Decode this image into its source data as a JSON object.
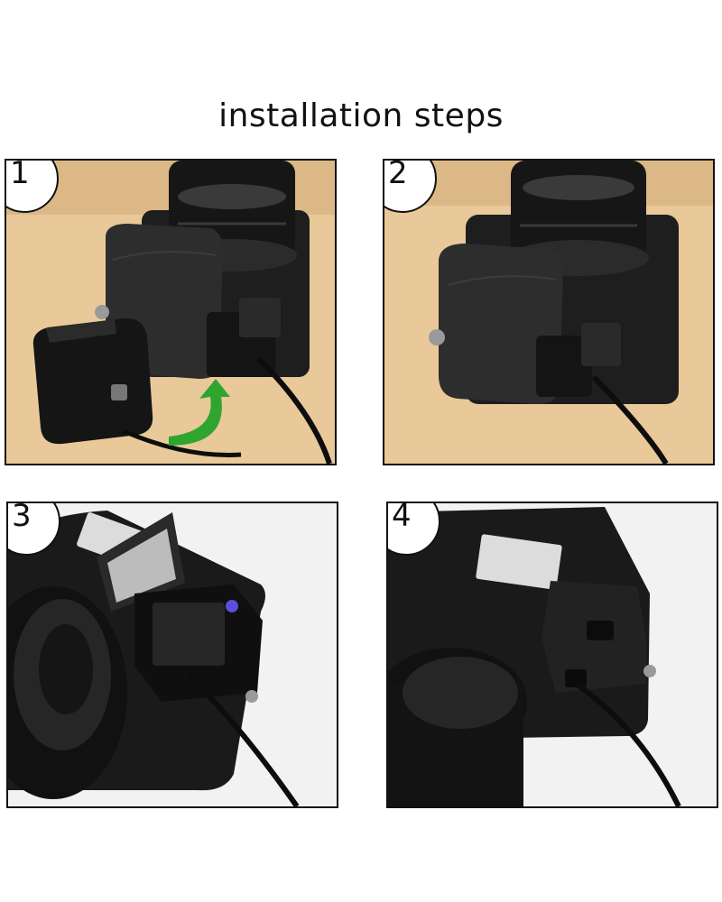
{
  "title": "installation steps",
  "steps": [
    {
      "number": "1"
    },
    {
      "number": "2"
    },
    {
      "number": "3"
    },
    {
      "number": "4"
    }
  ],
  "colors": {
    "tabletop": "#e8c796",
    "camera_body": "#1f1f1f",
    "camera_grip": "#2a2a2a",
    "cable": "#0d0d0d",
    "arrow_green": "#2fa52f",
    "frame": "#111111"
  }
}
